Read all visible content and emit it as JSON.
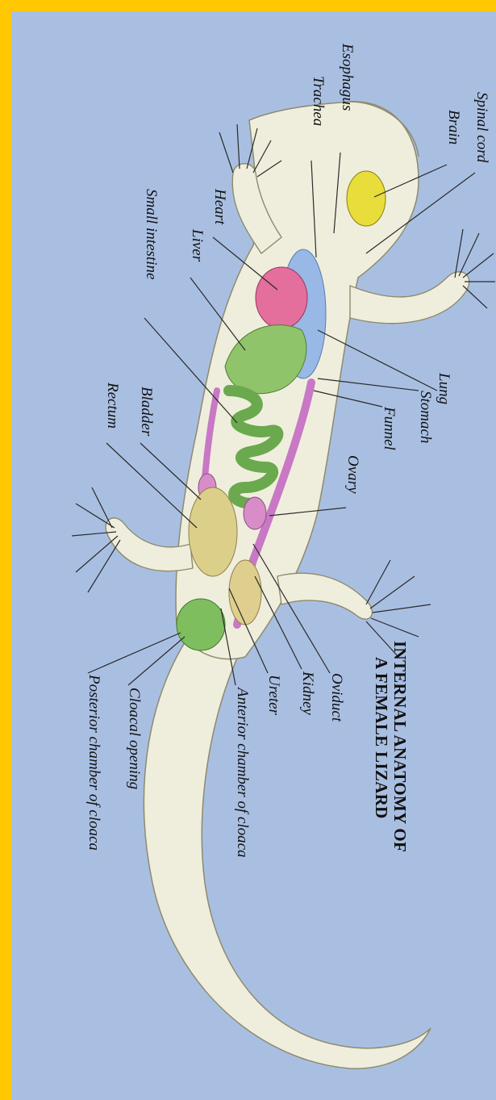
{
  "diagram": {
    "title_lines": [
      "INTERNAL ANATOMY OF",
      "A FEMALE LIZARD"
    ],
    "labels": {
      "spinal_cord": "Spinal cord",
      "brain": "Brain",
      "esophagus": "Esophagus",
      "trachea": "Trachea",
      "heart": "Heart",
      "liver": "Liver",
      "small_intestine": "Small intestine",
      "lung": "Lung",
      "stomach": "Stomach",
      "funnel": "Funnel",
      "ovary": "Ovary",
      "bladder": "Bladder",
      "rectum": "Rectum",
      "oviduct": "Oviduct",
      "kidney": "Kidney",
      "ureter": "Ureter",
      "anterior_chamber": "Anterior chamber of cloaca",
      "cloacal_opening": "Cloacal opening",
      "posterior_chamber": "Posterior chamber of cloaca"
    },
    "colors": {
      "border": "#ffc800",
      "background": "#a9bfe2",
      "body": "#efeedd",
      "brain": "#e8dd3a",
      "heart": "#e46e9c",
      "liver": "#8fc46a",
      "lung": "#98b8e6",
      "intestine": "#8bc86e",
      "oviduct": "#c878c4",
      "bladder": "#dccf8a"
    }
  }
}
